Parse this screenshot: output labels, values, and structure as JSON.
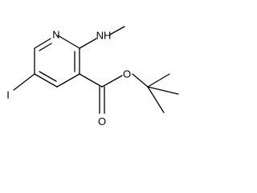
{
  "structure": {
    "atoms": {
      "ring_nitrogen": "N",
      "amine": "NH",
      "iodine": "I",
      "ester_oxygen": "O",
      "carbonyl_oxygen": "O"
    }
  },
  "colors": {
    "bond": "#000000",
    "label": "#000000",
    "background": "#ffffff"
  }
}
